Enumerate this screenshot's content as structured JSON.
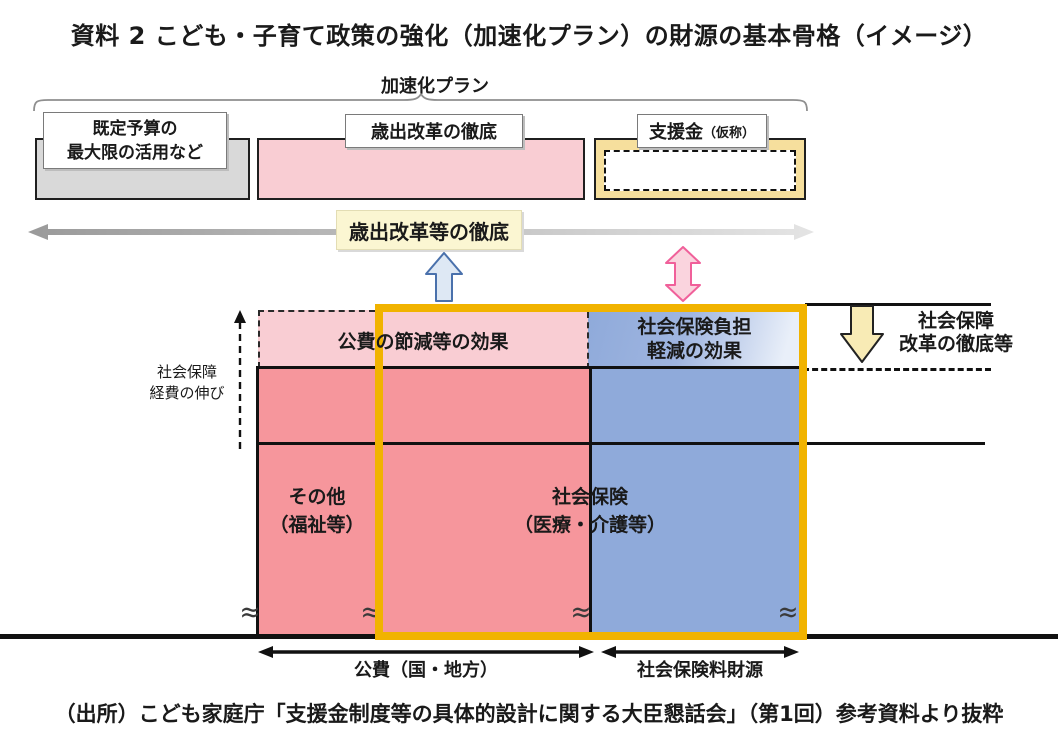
{
  "title": "資料 2  こども・子育て政策の強化（加速化プラン）の財源の基本骨格（イメージ）",
  "top_row": {
    "brace_label": "加速化プラン",
    "existing_budget_box": "既定予算の\n最大限の活用など",
    "expenditure_reform_box": "歳出改革の徹底",
    "support_fund_box": "支援金",
    "support_fund_box_sub": "（仮称）",
    "reform_arrow_label": "歳出改革等の徹底"
  },
  "diagram": {
    "y_axis_label": "社会保障\n経費の伸び",
    "public_cost_saving_header": "公費の節減等の効果",
    "insurance_burden_header": "社会保険負担\n軽減の効果",
    "other_cell": "その他\n（福祉等）",
    "social_insurance_cell": "社会保険\n（医療・介護等）",
    "social_security_reform_note": "社会保障\n改革の徹底等",
    "break_symbol": "≈",
    "public_fund_axis": "公費（国・地方）",
    "insurance_premium_axis": "社会保険料財源"
  },
  "source": "（出所）こども家庭庁「支援金制度等の具体的設計に関する大臣懇話会」（第1回）参考資料より抜粋",
  "colors": {
    "orange_frame": "#F1B300",
    "light_pink": "#F9CDD3",
    "solid_pink": "#F6969C",
    "solid_blue": "#8FAADA",
    "gray_box": "#D9D9D9",
    "yellow_box": "#F6DF9D",
    "label_yellow_box": "#FBF6D2",
    "up_arrow_fill": "#DEE8F4",
    "up_arrow_stroke": "#4A71AC",
    "updown_arrow_fill": "#FAD4DE",
    "updown_arrow_stroke": "#F0609A",
    "down_arrow_fill": "#F8EBB5"
  }
}
